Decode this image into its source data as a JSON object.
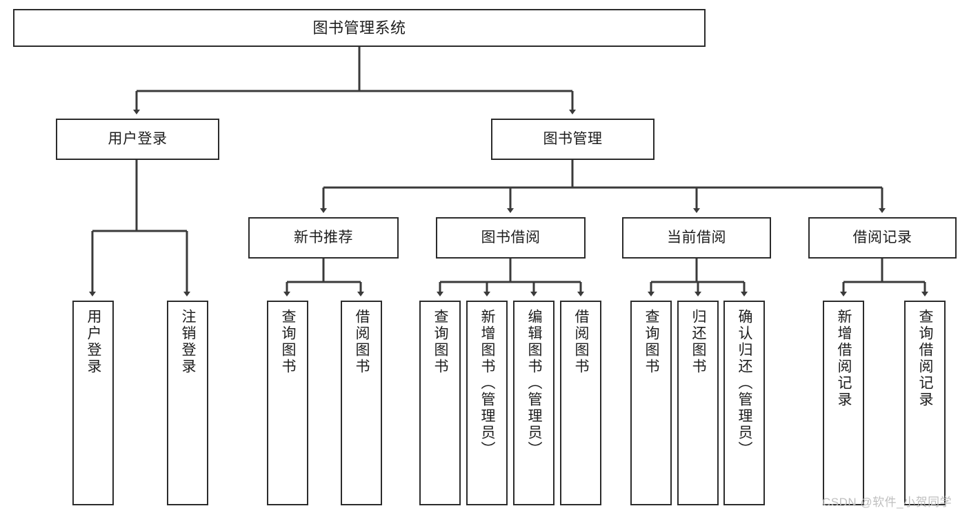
{
  "diagram": {
    "title": "图书管理系统",
    "type": "tree",
    "orientation": "top-down",
    "colors": {
      "box_border": "#2b2b2b",
      "box_fill": "#ffffff",
      "edge": "#3a3a3a",
      "text": "#1d1d1d",
      "watermark": "#bfbfbf",
      "background": "#ffffff"
    },
    "watermark": "CSDN @软件_小贺同学",
    "nodes": {
      "root": {
        "label": "图书管理系统"
      },
      "level1": [
        {
          "id": "user-login",
          "label": "用户登录"
        },
        {
          "id": "book-manage",
          "label": "图书管理"
        }
      ],
      "level2": [
        {
          "id": "new-book-recommend",
          "label": "新书推荐"
        },
        {
          "id": "book-borrow",
          "label": "图书借阅"
        },
        {
          "id": "current-borrow",
          "label": "当前借阅"
        },
        {
          "id": "borrow-record",
          "label": "借阅记录"
        }
      ],
      "leaves": {
        "user_login": [
          {
            "id": "leaf-user-login",
            "label": "用户登录"
          },
          {
            "id": "leaf-logout-login",
            "label": "注销登录"
          }
        ],
        "new_book_recommend": [
          {
            "id": "leaf-query-book-1",
            "label": "查询图书"
          },
          {
            "id": "leaf-borrow-book-1",
            "label": "借阅图书"
          }
        ],
        "book_borrow": [
          {
            "id": "leaf-query-book-2",
            "label": "查询图书"
          },
          {
            "id": "leaf-add-book",
            "label": "新增图书（管理员）"
          },
          {
            "id": "leaf-edit-book",
            "label": "编辑图书（管理员）"
          },
          {
            "id": "leaf-borrow-book-2",
            "label": "借阅图书"
          }
        ],
        "current_borrow": [
          {
            "id": "leaf-query-book-3",
            "label": "查询图书"
          },
          {
            "id": "leaf-return-book",
            "label": "归还图书"
          },
          {
            "id": "leaf-confirm-return",
            "label": "确认归还（管理员）"
          }
        ],
        "borrow_record": [
          {
            "id": "leaf-add-record",
            "label": "新增借阅记录"
          },
          {
            "id": "leaf-query-record",
            "label": "查询借阅记录"
          }
        ]
      }
    }
  }
}
